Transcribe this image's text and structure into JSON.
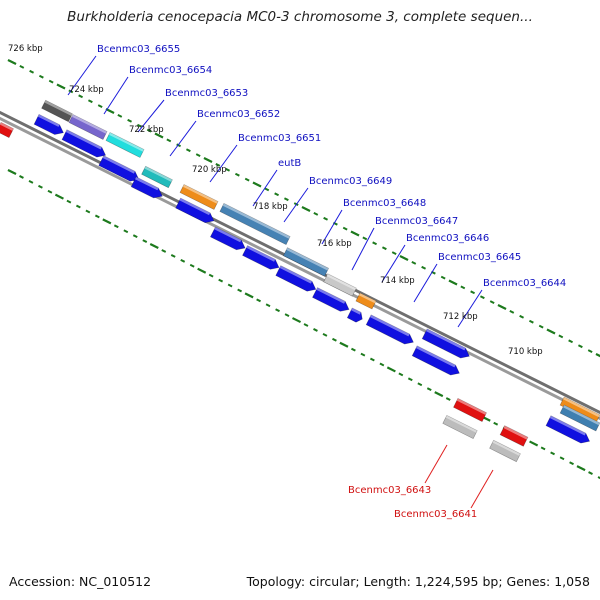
{
  "title": "Burkholderia cenocepacia MC0-3 chromosome 3, complete sequen...",
  "footer": {
    "accession": "Accession: NC_010512",
    "summary": "Topology: circular; Length: 1,224,595 bp; Genes: 1,058"
  },
  "colors": {
    "backbone": "#8a8a8a",
    "cds_forward": "#1010e0",
    "cds_reverse": "#e01010",
    "tick": "#1d7a1d",
    "label_forward": "#1010c0",
    "label_reverse": "#d01010"
  },
  "scale_labels": [
    "726 kbp",
    "724 kbp",
    "722 kbp",
    "720 kbp",
    "718 kbp",
    "716 kbp",
    "714 kbp",
    "712 kbp",
    "710 kbp"
  ],
  "gene_labels_forward": [
    "Bcenmc03_6655",
    "Bcenmc03_6654",
    "Bcenmc03_6653",
    "Bcenmc03_6652",
    "Bcenmc03_6651",
    "eutB",
    "Bcenmc03_6649",
    "Bcenmc03_6648",
    "Bcenmc03_6647",
    "Bcenmc03_6646",
    "Bcenmc03_6645",
    "Bcenmc03_6644"
  ],
  "gene_labels_reverse": [
    "Bcenmc03_6643",
    "Bcenmc03_6641"
  ]
}
